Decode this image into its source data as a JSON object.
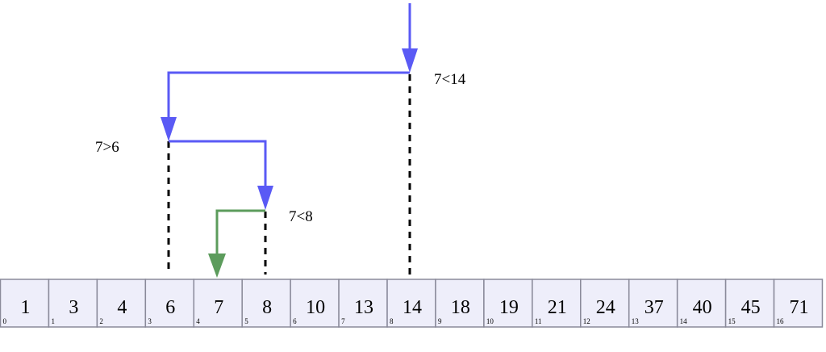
{
  "array": {
    "values": [
      "1",
      "3",
      "4",
      "6",
      "7",
      "8",
      "10",
      "13",
      "14",
      "18",
      "19",
      "21",
      "24",
      "37",
      "40",
      "45",
      "71"
    ],
    "indices": [
      "0",
      "1",
      "2",
      "3",
      "4",
      "5",
      "6",
      "7",
      "8",
      "9",
      "10",
      "11",
      "12",
      "13",
      "14",
      "15",
      "16"
    ],
    "target_index": 4
  },
  "comparisons": [
    {
      "label": "7<14",
      "probe_index": 8
    },
    {
      "label": "7>6",
      "probe_index": 3
    },
    {
      "label": "7<8",
      "probe_index": 5
    }
  ],
  "colors": {
    "cell_fill": "#eeeefa",
    "cell_border": "#8a8a9a",
    "search_arrow": "#5a5af5",
    "found_arrow": "#5c9c5c",
    "probe_line": "#000000"
  }
}
